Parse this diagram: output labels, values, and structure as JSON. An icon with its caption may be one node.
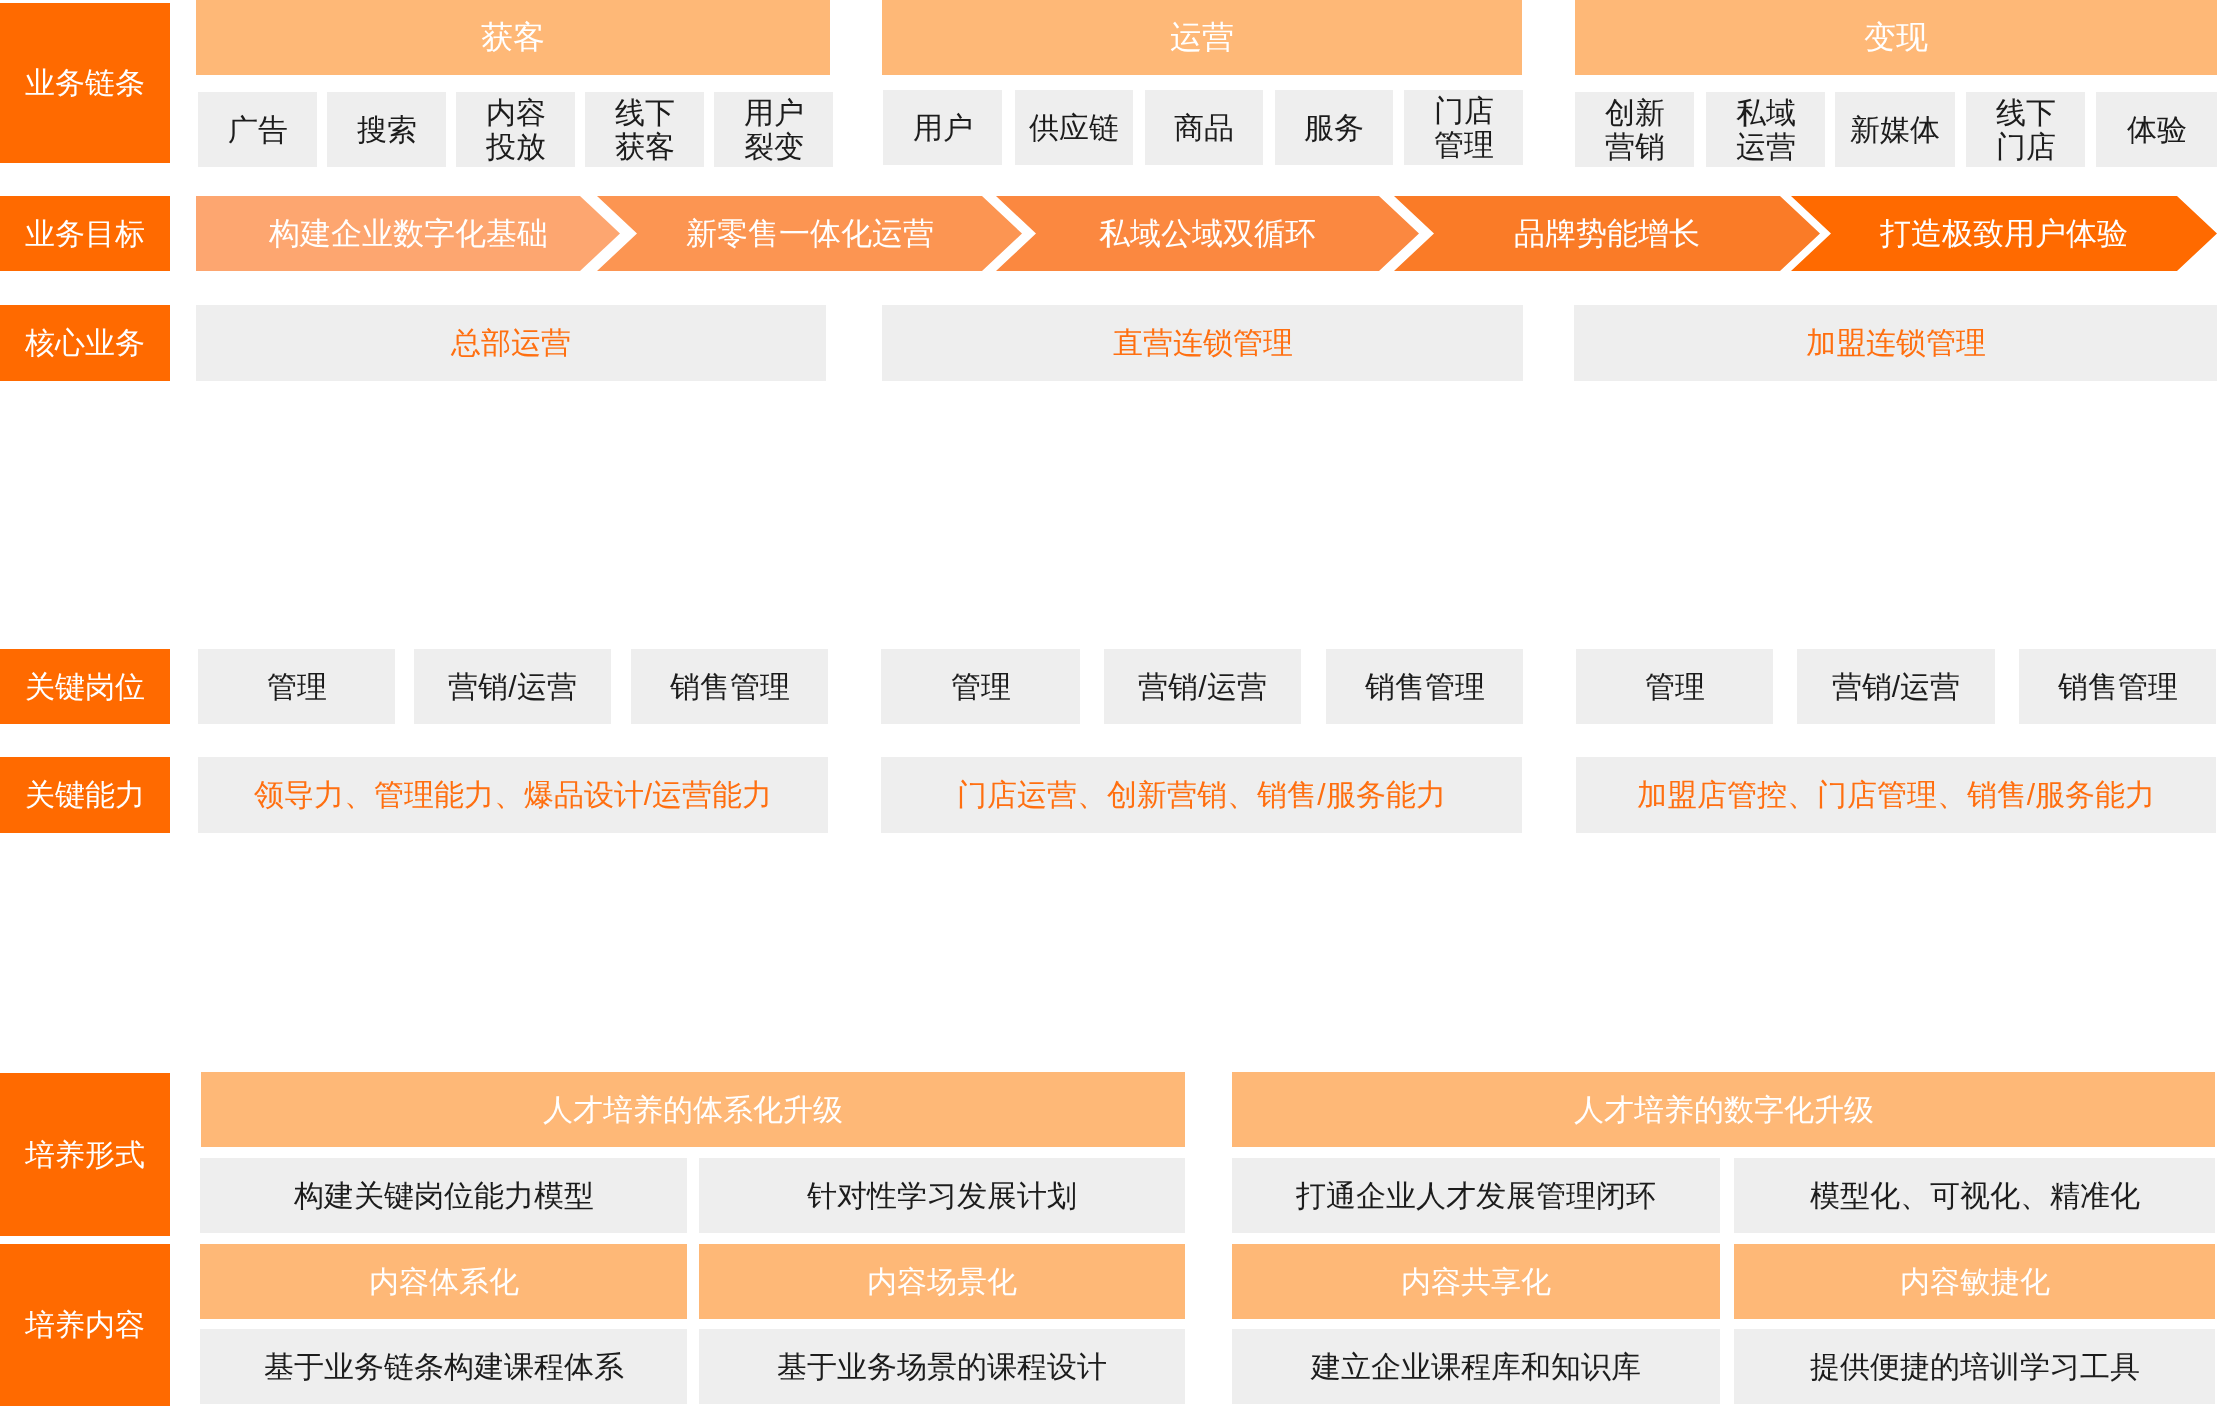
{
  "diagram": {
    "nodes": [
      {
        "text": [
          "业务链条"
        ]
      },
      {
        "text": [
          "获客"
        ]
      },
      {
        "text": [
          "运营"
        ]
      },
      {
        "text": [
          "变现"
        ]
      },
      {
        "text": [
          "广告"
        ]
      },
      {
        "text": [
          "搜索"
        ]
      },
      {
        "text": [
          "内容投放"
        ]
      },
      {
        "text": [
          "线下获客"
        ]
      },
      {
        "text": [
          "用户裂变"
        ]
      },
      {
        "text": [
          "用户"
        ]
      },
      {
        "text": [
          "供应链"
        ]
      },
      {
        "text": [
          "商品"
        ]
      },
      {
        "text": [
          "服务"
        ]
      },
      {
        "text": [
          "门店管理"
        ]
      },
      {
        "text": [
          "创新营销"
        ]
      },
      {
        "text": [
          "私域运营"
        ]
      },
      {
        "text": [
          "新媒体"
        ]
      },
      {
        "text": [
          "线下门店"
        ]
      },
      {
        "text": [
          "体验"
        ]
      },
      {
        "text": [
          "业务目标"
        ]
      },
      {
        "text": [
          "构建企业数字化基础"
        ]
      },
      {
        "text": [
          "新零售一体化运营"
        ]
      },
      {
        "text": [
          "私域公域双循环"
        ]
      },
      {
        "text": [
          "品牌势能增长"
        ]
      },
      {
        "text": [
          "打造极致用户体验"
        ]
      },
      {
        "text": [
          "核心业务"
        ]
      },
      {
        "text": [
          "总部运营"
        ]
      },
      {
        "text": [
          "直营连锁管理"
        ]
      },
      {
        "text": [
          "加盟连锁管理"
        ]
      },
      {
        "text": [
          "关键岗位"
        ]
      },
      {
        "text": [
          "管理"
        ]
      },
      {
        "text": [
          "营销/运营"
        ]
      },
      {
        "text": [
          "销售管理"
        ]
      },
      {
        "text": [
          "管理"
        ]
      },
      {
        "text": [
          "营销/运营"
        ]
      },
      {
        "text": [
          "销售管理"
        ]
      },
      {
        "text": [
          "管理"
        ]
      },
      {
        "text": [
          "营销/运营"
        ]
      },
      {
        "text": [
          "销售管理"
        ]
      },
      {
        "text": [
          "关键能力"
        ]
      },
      {
        "text": [
          "领导力、管理能力、爆品设计/运营能力"
        ]
      },
      {
        "text": [
          "门店运营、创新营销、销售/服务能力"
        ]
      },
      {
        "text": [
          "加盟店管控、门店管理、销售/服务能力"
        ]
      },
      {
        "text": [
          "培养形式"
        ]
      },
      {
        "text": [
          "人才培养的体系化升级"
        ]
      },
      {
        "text": [
          "人才培养的数字化升级"
        ]
      },
      {
        "text": [
          "构建关键岗位能力模型"
        ]
      },
      {
        "text": [
          "针对性学习发展计划"
        ]
      },
      {
        "text": [
          "打通企业人才发展管理闭环"
        ]
      },
      {
        "text": [
          "模型化、可视化、精准化"
        ]
      },
      {
        "text": [
          "培养内容"
        ]
      },
      {
        "text": [
          "内容体系化"
        ]
      },
      {
        "text": [
          "内容场景化"
        ]
      },
      {
        "text": [
          "内容共享化"
        ]
      },
      {
        "text": [
          "内容敏捷化"
        ]
      },
      {
        "text": [
          "基于业务链条构建课程体系"
        ]
      },
      {
        "text": [
          "基于业务场景的课程设计"
        ]
      },
      {
        "text": [
          "建立企业课程库和知识库"
        ]
      },
      {
        "text": [
          "提供便捷的培训学习工具"
        ]
      }
    ]
  }
}
